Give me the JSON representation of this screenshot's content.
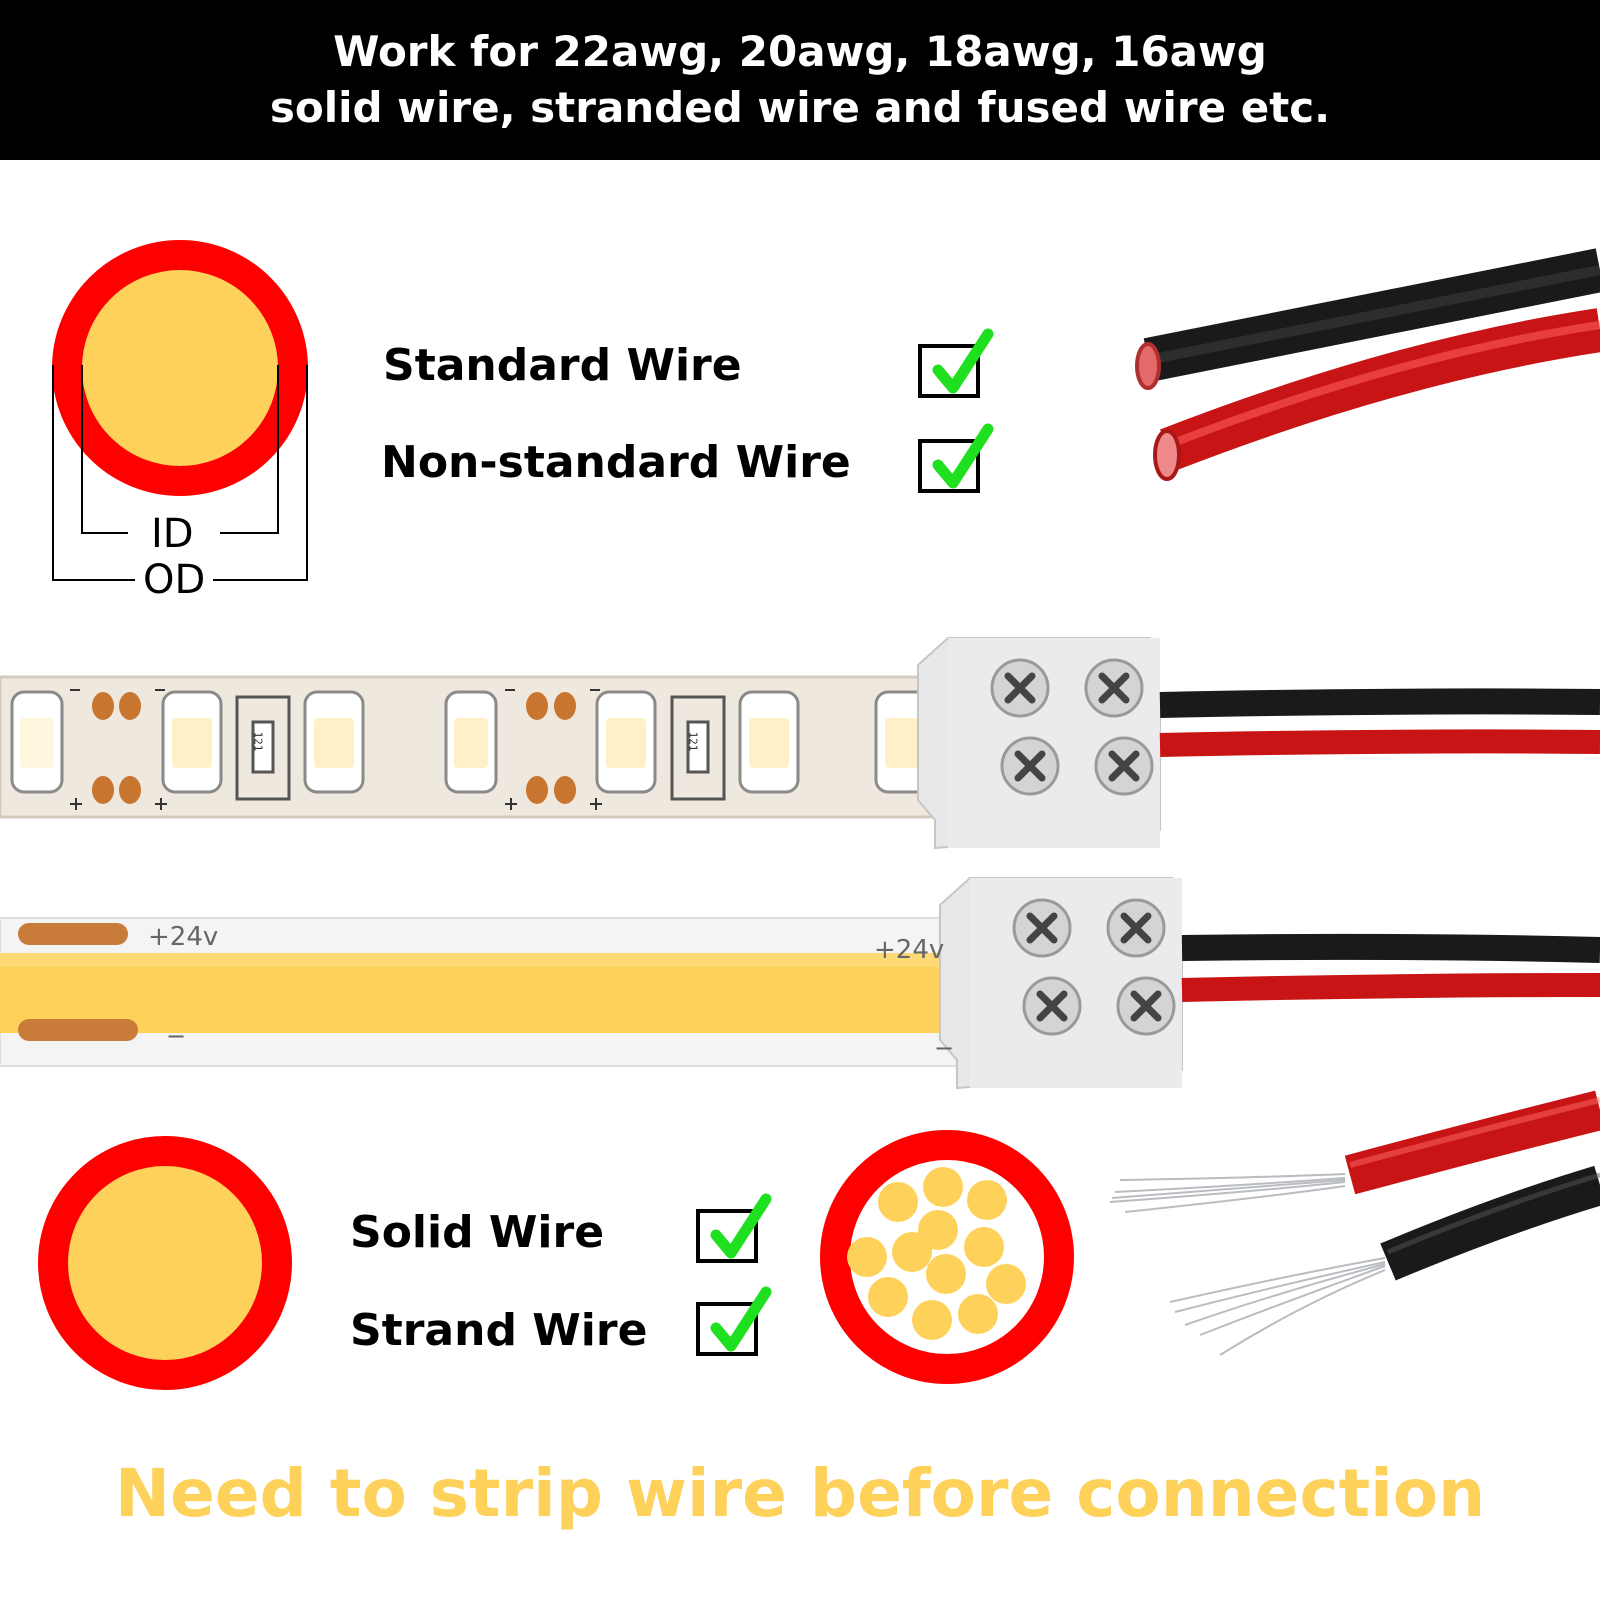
{
  "header": {
    "line1": "Work for 22awg, 20awg, 18awg, 16awg",
    "line2": "solid wire, stranded wire and fused wire etc."
  },
  "diagram_top": {
    "inner_label": "ID",
    "outer_label": "OD",
    "options": [
      {
        "label": "Standard Wire",
        "checked": true
      },
      {
        "label": "Non-standard Wire",
        "checked": true
      }
    ]
  },
  "strip_cob": {
    "voltage_label": "+24v",
    "minus_label": "−"
  },
  "strip_smd": {
    "resistor_label": "121"
  },
  "diagram_bottom": {
    "options": [
      {
        "label": "Solid Wire",
        "checked": true
      },
      {
        "label": "Strand Wire",
        "checked": true
      }
    ]
  },
  "footer": {
    "text": "Need to strip wire before connection"
  },
  "colors": {
    "insulation": "#ff0000",
    "conductor": "#fdd15a",
    "check": "#1fe01f",
    "footer_text": "#fdd15a"
  }
}
